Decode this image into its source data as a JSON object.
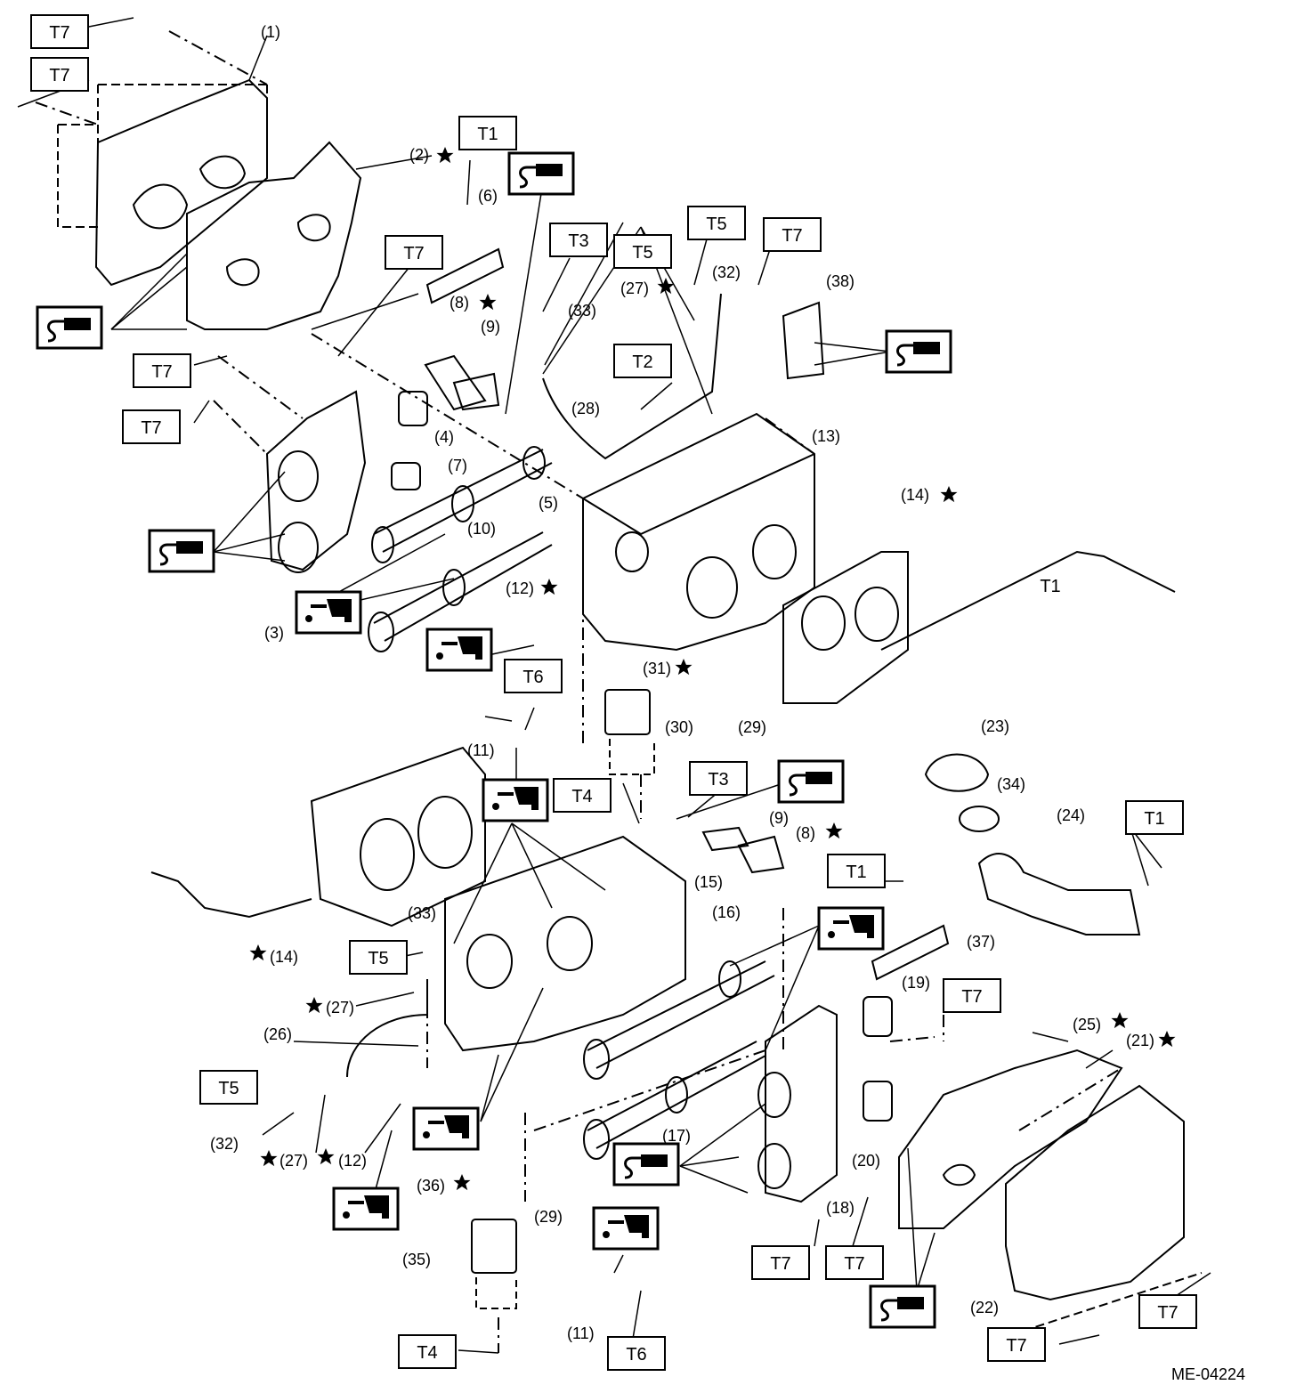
{
  "diagram": {
    "code": "ME-04224",
    "torque_labels": {
      "t7a": "T7",
      "t7b": "T7",
      "t7c": "T7",
      "t7d": "T7",
      "t7e": "T7",
      "t7f": "T7",
      "t7g": "T7",
      "t7h": "T7",
      "t7i": "T7",
      "t7j": "T7",
      "t7k": "T7",
      "t1a": "T1",
      "t1b": "T1",
      "t1c": "T1",
      "t1d": "T1",
      "t2a": "T2",
      "t3a": "T3",
      "t3b": "T3",
      "t4a": "T4",
      "t4b": "T4",
      "t5a": "T5",
      "t5b": "T5",
      "t5c": "T5",
      "t5d": "T5",
      "t6a": "T6",
      "t6b": "T6"
    },
    "callouts": {
      "c1": "(1)",
      "c2": "(2)",
      "c3": "(3)",
      "c4": "(4)",
      "c5": "(5)",
      "c6": "(6)",
      "c7": "(7)",
      "c8a": "(8)",
      "c8b": "(8)",
      "c9a": "(9)",
      "c9b": "(9)",
      "c10": "(10)",
      "c11a": "(11)",
      "c11b": "(11)",
      "c12a": "(12)",
      "c12b": "(12)",
      "c13": "(13)",
      "c14a": "(14)",
      "c14b": "(14)",
      "c15": "(15)",
      "c16": "(16)",
      "c17": "(17)",
      "c18": "(18)",
      "c19": "(19)",
      "c20": "(20)",
      "c21": "(21)",
      "c22": "(22)",
      "c23": "(23)",
      "c24": "(24)",
      "c25": "(25)",
      "c26": "(26)",
      "c27a": "(27)",
      "c27b": "(27)",
      "c27c": "(27)",
      "c28": "(28)",
      "c29a": "(29)",
      "c29b": "(29)",
      "c30": "(30)",
      "c31": "(31)",
      "c32a": "(32)",
      "c32b": "(32)",
      "c33a": "(33)",
      "c33b": "(33)",
      "c34": "(34)",
      "c35": "(35)",
      "c36": "(36)",
      "c37": "(37)",
      "c38": "(38)"
    },
    "icons": [
      "sealant-icon",
      "oil-can-icon",
      "star-icon"
    ]
  }
}
